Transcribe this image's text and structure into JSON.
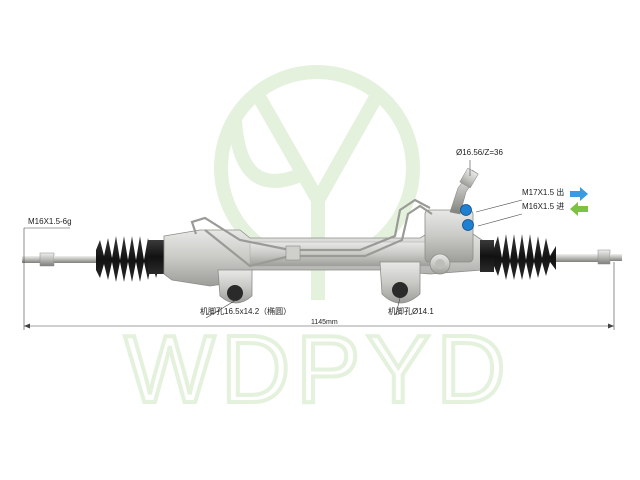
{
  "watermark": {
    "text": "WDPYD",
    "color": "#e6f2e0"
  },
  "labels": {
    "left_thread": "M16X1.5-6g",
    "pinion": "Ø16.56/Z=36",
    "port_out": "M17X1.5 出",
    "port_in": "M16X1.5 进",
    "mount_left": "机脚孔16.5x14.2（椭圆）",
    "mount_right": "机脚孔Ø14.1",
    "overall_length": "1145mm"
  },
  "colors": {
    "arrow_out": "#3a9be0",
    "arrow_in": "#7dc242",
    "port_caps": "#1f7fd0",
    "boot": "#1a1a1a",
    "metal": "#cfcfcc"
  },
  "icons": [
    "right-arrow-icon",
    "left-arrow-icon"
  ]
}
